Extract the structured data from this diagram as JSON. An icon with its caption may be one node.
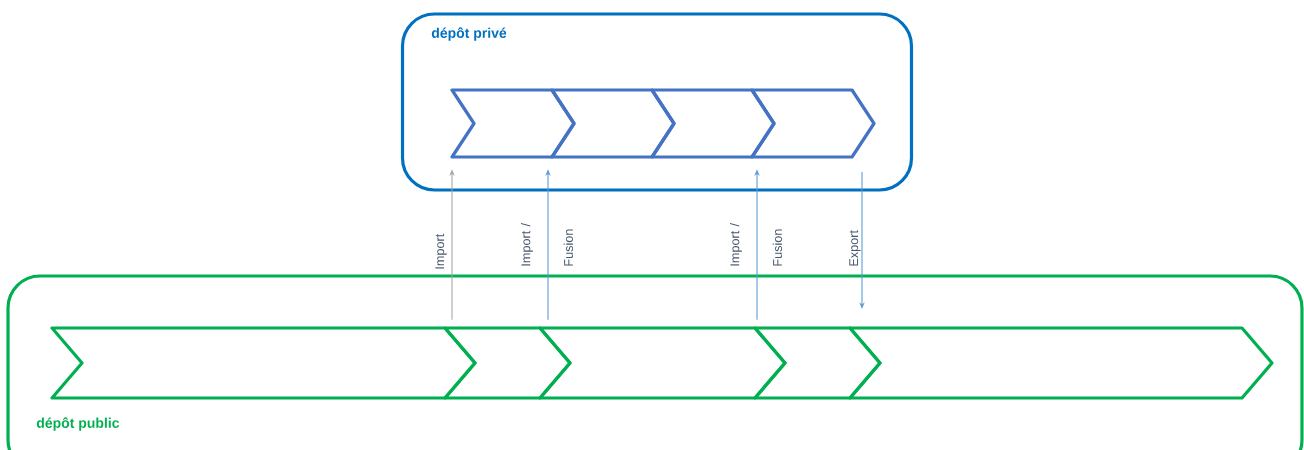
{
  "diagram": {
    "nodes": [
      {
        "text": [
          "dépôt privé"
        ]
      },
      {
        "text": [],
        "shape": "chevron",
        "in": 0
      },
      {
        "text": [],
        "shape": "chevron",
        "in": 0
      },
      {
        "text": [],
        "shape": "chevron",
        "in": 0
      },
      {
        "text": [],
        "shape": "chevron",
        "in": 0
      },
      {
        "text": [
          "dépôt public"
        ]
      },
      {
        "text": [],
        "shape": "chevron",
        "in": 5
      },
      {
        "text": [],
        "shape": "chevron",
        "in": 5
      },
      {
        "text": [],
        "shape": "chevron",
        "in": 5
      },
      {
        "text": [],
        "shape": "chevron",
        "in": 5
      },
      {
        "text": [],
        "shape": "chevron",
        "in": 5
      }
    ],
    "edges": [
      {
        "from": 7,
        "to": 1,
        "arrow": "to",
        "label": "Import",
        "color": "#a5a5a5"
      },
      {
        "from": 8,
        "to": 2,
        "arrow": "to",
        "label": "Import / Fusion"
      },
      {
        "from": 9,
        "to": 4,
        "arrow": "to",
        "label": "Import / Fusion"
      },
      {
        "from": 4,
        "to": 10,
        "arrow": "to",
        "label": "Export"
      }
    ]
  }
}
